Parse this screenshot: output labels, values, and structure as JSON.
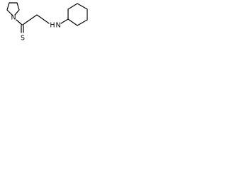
{
  "atoms": {
    "pyrrolidine_nitrogen": "N",
    "thione_sulfur": "S",
    "amine_nitrogen": "N",
    "amine_hydrogen": "H"
  },
  "colors": {
    "bond": "#000000",
    "label": "#000000",
    "background": "#ffffff"
  }
}
